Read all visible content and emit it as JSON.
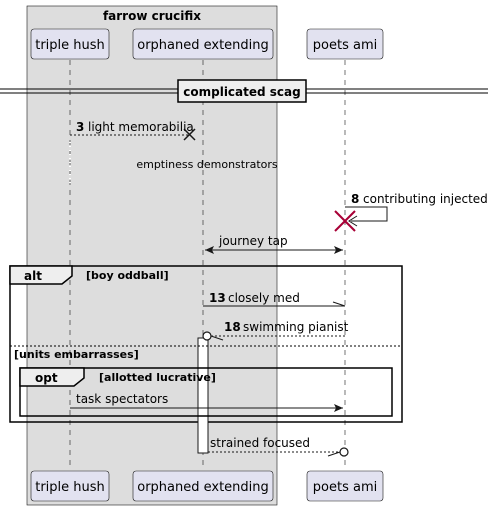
{
  "box": {
    "title": "farrow crucifix"
  },
  "participants": [
    {
      "name": "triple hush"
    },
    {
      "name": "orphaned extending"
    },
    {
      "name": "poets ami"
    }
  ],
  "divider": {
    "label": "complicated scag"
  },
  "messages": [
    {
      "num": "3",
      "text": "light memorabilia"
    },
    {
      "num": "",
      "text": "emptiness demonstrators"
    },
    {
      "num": "8",
      "text": "contributing injected"
    },
    {
      "num": "",
      "text": "journey tap"
    },
    {
      "num": "13",
      "text": "closely med"
    },
    {
      "num": "18",
      "text": "swimming pianist"
    },
    {
      "num": "",
      "text": "task spectators"
    },
    {
      "num": "",
      "text": "strained focused"
    }
  ],
  "alt": {
    "keyword": "alt",
    "guard1": "[boy oddball]",
    "guard2": "[units embarrasses]"
  },
  "opt": {
    "keyword": "opt",
    "guard": "[allotted lucrative]"
  },
  "colors": {
    "box_fill": "#dddddd",
    "participant_fill": "#e2e2f0",
    "participant_border": "#181818",
    "destroy": "#a80036"
  }
}
